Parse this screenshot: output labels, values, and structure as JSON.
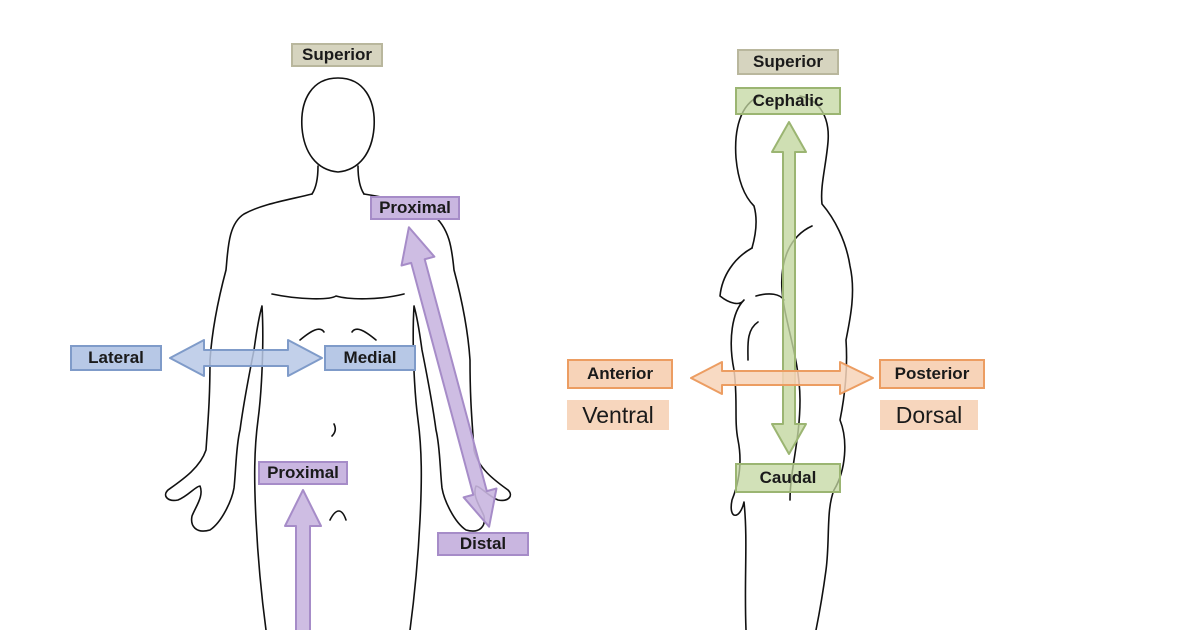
{
  "colors": {
    "outline": "#111111",
    "beige": "#d6d4bf",
    "purple": "#c9b6e0",
    "blue": "#b7c8e6",
    "green": "#c3d7a0",
    "orange": "#f7d3b8"
  },
  "front_view": {
    "superior": "Superior",
    "lateral": "Lateral",
    "medial": "Medial",
    "proximal_arm": "Proximal",
    "distal_arm": "Distal",
    "proximal_leg": "Proximal"
  },
  "side_view": {
    "superior": "Superior",
    "cephalic": "Cephalic",
    "anterior": "Anterior",
    "ventral": "Ventral",
    "posterior": "Posterior",
    "dorsal": "Dorsal",
    "caudal": "Caudal"
  }
}
